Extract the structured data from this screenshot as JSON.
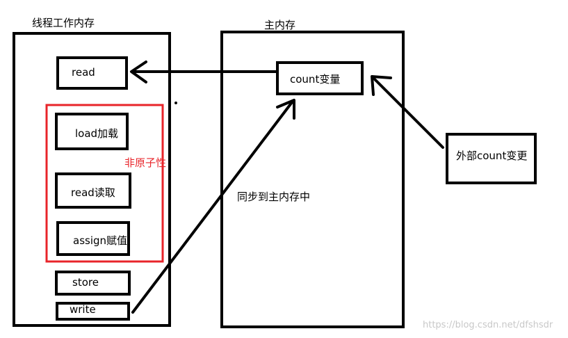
{
  "thread_memory": {
    "title": "线程工作内存",
    "ops": {
      "read": "read",
      "load": "load加载",
      "read2": "read读取",
      "assign": "assign赋值",
      "store": "store",
      "write": "write"
    },
    "non_atomic_label": "非原子性"
  },
  "main_memory": {
    "title": "主内存",
    "count_var": "count变量",
    "sync_label": "同步到主内存中"
  },
  "external": {
    "label": "外部count变更"
  },
  "watermark": "https://blog.csdn.net/dfshsdr",
  "colors": {
    "stroke": "#000000",
    "highlight": "#e8242a"
  }
}
